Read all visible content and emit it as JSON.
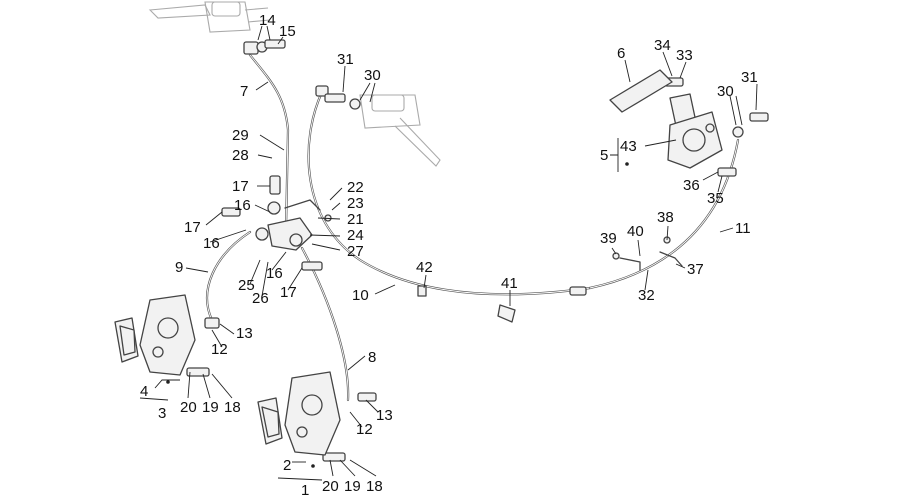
{
  "callouts": [
    {
      "id": "c14a",
      "text": "14"
    },
    {
      "id": "c15",
      "text": "15"
    },
    {
      "id": "c7",
      "text": "7"
    },
    {
      "id": "c31a",
      "text": "31"
    },
    {
      "id": "c30a",
      "text": "30"
    },
    {
      "id": "c29",
      "text": "29"
    },
    {
      "id": "c28",
      "text": "28"
    },
    {
      "id": "c17a",
      "text": "17"
    },
    {
      "id": "c16a",
      "text": "16"
    },
    {
      "id": "c17b",
      "text": "17"
    },
    {
      "id": "c16b",
      "text": "16"
    },
    {
      "id": "c22",
      "text": "22"
    },
    {
      "id": "c23",
      "text": "23"
    },
    {
      "id": "c21",
      "text": "21"
    },
    {
      "id": "c24",
      "text": "24"
    },
    {
      "id": "c27",
      "text": "27"
    },
    {
      "id": "c9",
      "text": "9"
    },
    {
      "id": "c25",
      "text": "25"
    },
    {
      "id": "c16c",
      "text": "16"
    },
    {
      "id": "c26",
      "text": "26"
    },
    {
      "id": "c17c",
      "text": "17"
    },
    {
      "id": "c13a",
      "text": "13"
    },
    {
      "id": "c12a",
      "text": "12"
    },
    {
      "id": "c4a",
      "text": "4"
    },
    {
      "id": "c3",
      "text": "3"
    },
    {
      "id": "c20a",
      "text": "20"
    },
    {
      "id": "c19a",
      "text": "19"
    },
    {
      "id": "c18a",
      "text": "18"
    },
    {
      "id": "c8",
      "text": "8"
    },
    {
      "id": "c13b",
      "text": "13"
    },
    {
      "id": "c12b",
      "text": "12"
    },
    {
      "id": "c2",
      "text": "2"
    },
    {
      "id": "c1",
      "text": "1"
    },
    {
      "id": "c20b",
      "text": "20"
    },
    {
      "id": "c19b",
      "text": "19"
    },
    {
      "id": "c18b",
      "text": "18"
    },
    {
      "id": "c10",
      "text": "10"
    },
    {
      "id": "c42",
      "text": "42"
    },
    {
      "id": "c41",
      "text": "41"
    },
    {
      "id": "c6",
      "text": "6"
    },
    {
      "id": "c34",
      "text": "34"
    },
    {
      "id": "c33",
      "text": "33"
    },
    {
      "id": "c31b",
      "text": "31"
    },
    {
      "id": "c30b",
      "text": "30"
    },
    {
      "id": "c5",
      "text": "5"
    },
    {
      "id": "c43",
      "text": "43"
    },
    {
      "id": "c36",
      "text": "36"
    },
    {
      "id": "c35",
      "text": "35"
    },
    {
      "id": "c11",
      "text": "11"
    },
    {
      "id": "c38",
      "text": "38"
    },
    {
      "id": "c39",
      "text": "39"
    },
    {
      "id": "c40",
      "text": "40"
    },
    {
      "id": "c37",
      "text": "37"
    },
    {
      "id": "c32",
      "text": "32"
    }
  ]
}
